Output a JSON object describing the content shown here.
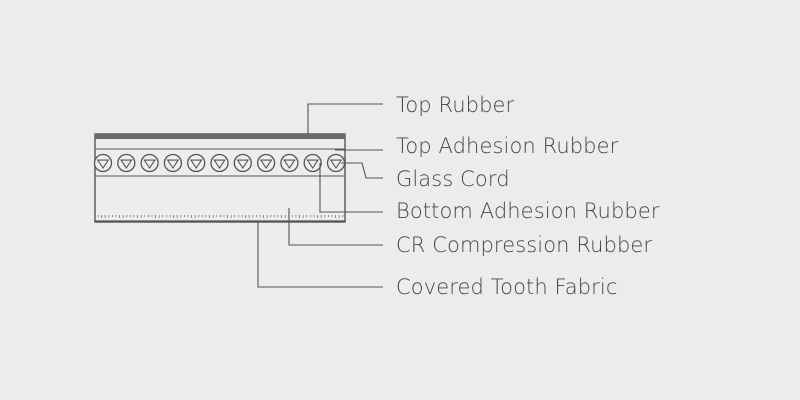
{
  "layers": [
    {
      "id": "top-rubber",
      "label": "Top Rubber"
    },
    {
      "id": "top-adhesion-rubber",
      "label": "Top Adhesion Rubber"
    },
    {
      "id": "glass-cord",
      "label": "Glass Cord"
    },
    {
      "id": "bottom-adhesion-rubber",
      "label": "Bottom Adhesion Rubber"
    },
    {
      "id": "cr-compression-rubber",
      "label": "CR Compression Rubber"
    },
    {
      "id": "covered-tooth-fabric",
      "label": "Covered Tooth Fabric"
    }
  ],
  "colors": {
    "background": "#ececec",
    "line": "#555555",
    "text": "#444444"
  }
}
